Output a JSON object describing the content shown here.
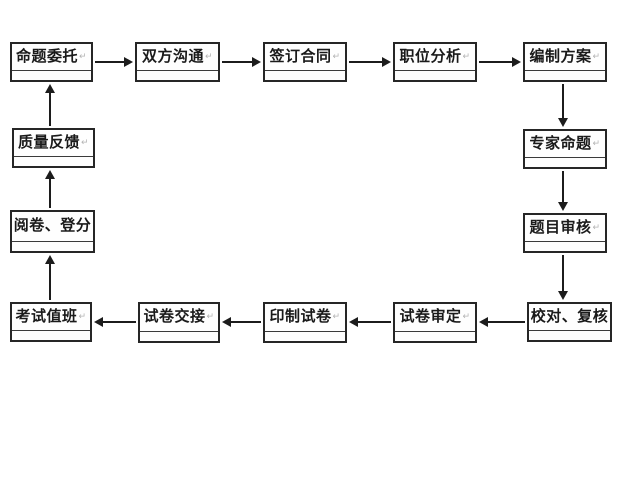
{
  "diagram": {
    "type": "flowchart",
    "background_color": "#ffffff",
    "box_border_color": "#262626",
    "arrow_color": "#1c1c1c",
    "text_color": "#1a1a1a",
    "paragraph_mark": "↵",
    "nodes": [
      {
        "id": "commission",
        "label": "命题委托"
      },
      {
        "id": "communication",
        "label": "双方沟通"
      },
      {
        "id": "sign-contract",
        "label": "签订合同"
      },
      {
        "id": "position-analysis",
        "label": "职位分析"
      },
      {
        "id": "plan-preparation",
        "label": "编制方案"
      },
      {
        "id": "expert-proposition",
        "label": "专家命题"
      },
      {
        "id": "question-review",
        "label": "题目审核"
      },
      {
        "id": "proofread-recheck",
        "label": "校对、复核"
      },
      {
        "id": "paper-approval",
        "label": "试卷审定"
      },
      {
        "id": "paper-printing",
        "label": "印制试卷"
      },
      {
        "id": "paper-handover",
        "label": "试卷交接"
      },
      {
        "id": "exam-duty",
        "label": "考试值班"
      },
      {
        "id": "marking-scoring",
        "label": "阅卷、登分"
      },
      {
        "id": "quality-feedback",
        "label": "质量反馈"
      }
    ],
    "edges": [
      {
        "from": "命题委托",
        "to": "双方沟通"
      },
      {
        "from": "双方沟通",
        "to": "签订合同"
      },
      {
        "from": "签订合同",
        "to": "职位分析"
      },
      {
        "from": "职位分析",
        "to": "编制方案"
      },
      {
        "from": "编制方案",
        "to": "专家命题"
      },
      {
        "from": "专家命题",
        "to": "题目审核"
      },
      {
        "from": "题目审核",
        "to": "校对、复核"
      },
      {
        "from": "校对、复核",
        "to": "试卷审定"
      },
      {
        "from": "试卷审定",
        "to": "印制试卷"
      },
      {
        "from": "印制试卷",
        "to": "试卷交接"
      },
      {
        "from": "试卷交接",
        "to": "考试值班"
      },
      {
        "from": "考试值班",
        "to": "阅卷、登分"
      },
      {
        "from": "阅卷、登分",
        "to": "质量反馈"
      },
      {
        "from": "质量反馈",
        "to": "命题委托"
      }
    ]
  }
}
